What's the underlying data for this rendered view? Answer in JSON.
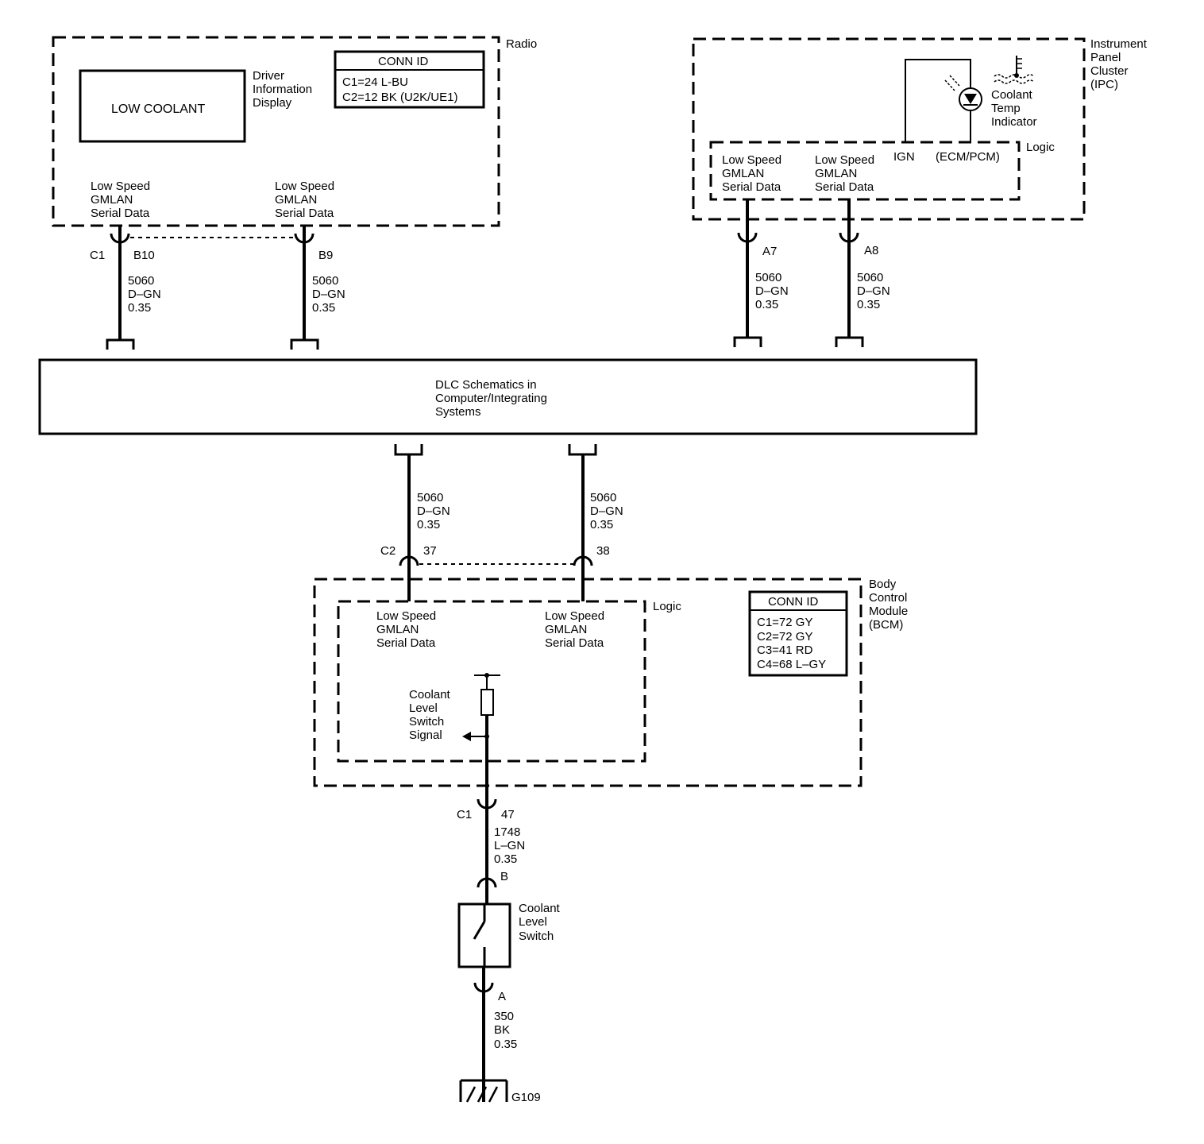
{
  "radio": {
    "title": "Radio",
    "dic_box_label": "LOW COOLANT",
    "dic_label": [
      "Driver",
      "Information",
      "Display"
    ],
    "conn_id_title": "CONN ID",
    "conn_id_rows": [
      "C1=24 L-BU",
      "C2=12 BK (U2K/UE1)"
    ],
    "pin_left_label": [
      "Low Speed",
      "GMLAN",
      "Serial Data"
    ],
    "pin_right_label": [
      "Low Speed",
      "GMLAN",
      "Serial Data"
    ],
    "connector": "C1",
    "pin_left": "B10",
    "pin_right": "B9"
  },
  "ipc": {
    "title": [
      "Instrument",
      "Panel",
      "Cluster",
      "(IPC)"
    ],
    "logic_label": "Logic",
    "indicator_label": [
      "Coolant",
      "Temp",
      "Indicator"
    ],
    "ign_label": "IGN",
    "ecm_label": "(ECM/PCM)",
    "pin_left_label": [
      "Low Speed",
      "GMLAN",
      "Serial Data"
    ],
    "pin_right_label": [
      "Low Speed",
      "GMLAN",
      "Serial Data"
    ],
    "pin_left": "A7",
    "pin_right": "A8"
  },
  "wires": {
    "radio_left": [
      "5060",
      "D–GN",
      "0.35"
    ],
    "radio_right": [
      "5060",
      "D–GN",
      "0.35"
    ],
    "ipc_left": [
      "5060",
      "D–GN",
      "0.35"
    ],
    "ipc_right": [
      "5060",
      "D–GN",
      "0.35"
    ],
    "bcm_left": [
      "5060",
      "D–GN",
      "0.35"
    ],
    "bcm_right": [
      "5060",
      "D–GN",
      "0.35"
    ],
    "switch_signal": [
      "1748",
      "L–GN",
      "0.35"
    ],
    "ground": [
      "350",
      "BK",
      "0.35"
    ]
  },
  "dlc": {
    "label": [
      "DLC Schematics in",
      "Computer/Integrating",
      "Systems"
    ]
  },
  "bcm": {
    "title": [
      "Body",
      "Control",
      "Module",
      "(BCM)"
    ],
    "logic_label": "Logic",
    "connector_top": "C2",
    "pin_left": "37",
    "pin_right": "38",
    "pin_left_label": [
      "Low Speed",
      "GMLAN",
      "Serial Data"
    ],
    "pin_right_label": [
      "Low Speed",
      "GMLAN",
      "Serial Data"
    ],
    "signal_label": [
      "Coolant",
      "Level",
      "Switch",
      "Signal"
    ],
    "conn_id_title": "CONN ID",
    "conn_id_rows": [
      "C1=72 GY",
      "C2=72 GY",
      "C3=41 RD",
      "C4=68 L–GY"
    ],
    "connector_bottom": "C1",
    "pin_bottom": "47"
  },
  "switch": {
    "label": [
      "Coolant",
      "Level",
      "Switch"
    ],
    "pin_top": "B",
    "pin_bottom": "A"
  },
  "ground": {
    "label": "G109"
  }
}
